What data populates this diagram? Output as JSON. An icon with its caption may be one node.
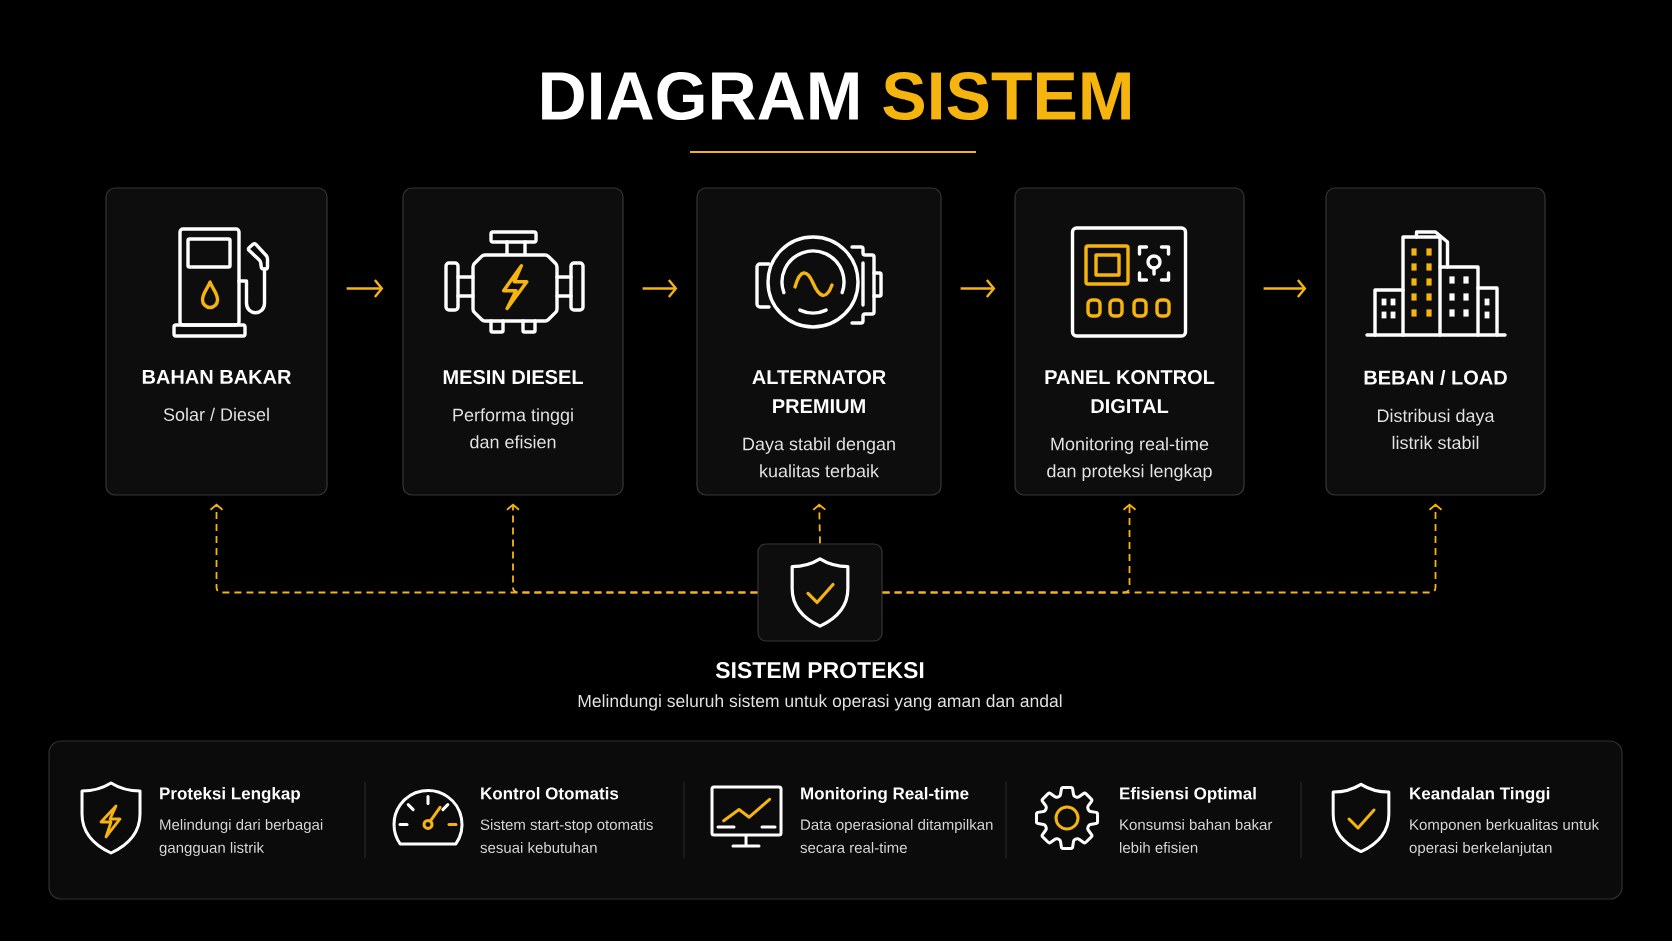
{
  "diagram": {
    "title": "DIAGRAM SISTEM",
    "nodes": [
      {
        "text": [
          "BAHAN BAKAR",
          "Solar / Diesel"
        ]
      },
      {
        "text": [
          "MESIN DIESEL",
          "Performa tinggi dan efisien"
        ]
      },
      {
        "text": [
          "ALTERNATOR PREMIUM",
          "Daya stabil dengan kualitas terbaik"
        ]
      },
      {
        "text": [
          "PANEL KONTROL DIGITAL",
          "Monitoring real-time dan proteksi lengkap"
        ]
      },
      {
        "text": [
          "BEBAN / LOAD",
          "Distribusi daya listrik stabil"
        ]
      },
      {
        "text": [
          "SISTEM PROTEKSI",
          "Melindungi seluruh sistem untuk operasi yang aman dan andal"
        ]
      },
      {
        "text": [],
        "shape": "box"
      },
      {
        "text": [
          "Proteksi Lengkap",
          "Melindungi dari berbagai gangguan listrik"
        ],
        "in": 6
      },
      {
        "text": [
          "Kontrol Otomatis",
          "Sistem start-stop otomatis sesuai kebutuhan"
        ],
        "in": 6
      },
      {
        "text": [
          "Monitoring Real-time",
          "Data operasional ditampilkan secara real-time"
        ],
        "in": 6
      },
      {
        "text": [
          "Efisiensi Optimal",
          "Konsumsi bahan bakar lebih efisien"
        ],
        "in": 6
      },
      {
        "text": [
          "Keandalan Tinggi",
          "Komponen berkualitas untuk operasi berkelanjutan"
        ],
        "in": 6
      }
    ],
    "edges": [
      {
        "from": 0,
        "to": 1,
        "arrow": "to"
      },
      {
        "from": 1,
        "to": 2,
        "arrow": "to"
      },
      {
        "from": 2,
        "to": 3,
        "arrow": "to"
      },
      {
        "from": 3,
        "to": 4,
        "arrow": "to"
      },
      {
        "from": 5,
        "to": 0,
        "arrow": "to",
        "style": "dashed"
      },
      {
        "from": 5,
        "to": 1,
        "arrow": "to",
        "style": "dashed"
      },
      {
        "from": 5,
        "to": 2,
        "arrow": "to",
        "style": "dashed"
      },
      {
        "from": 5,
        "to": 3,
        "arrow": "to",
        "style": "dashed"
      },
      {
        "from": 5,
        "to": 4,
        "arrow": "to",
        "style": "dashed"
      }
    ]
  }
}
